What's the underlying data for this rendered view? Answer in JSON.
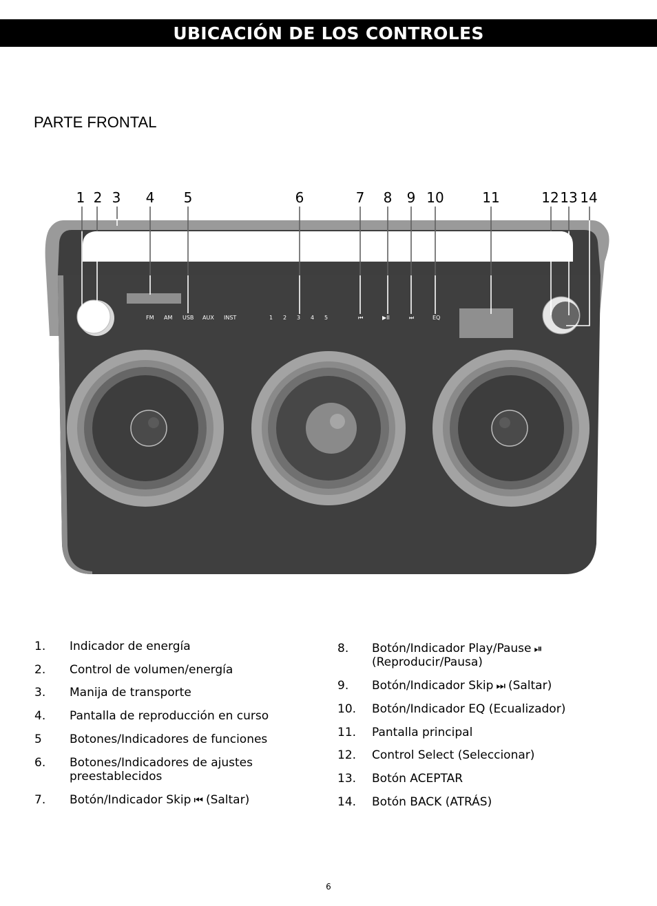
{
  "header": {
    "title": "UBICACIÓN DE LOS CONTROLES"
  },
  "section": {
    "title": "PARTE FRONTAL"
  },
  "callouts": [
    "1",
    "2",
    "3",
    "4",
    "5",
    "6",
    "7",
    "8",
    "9",
    "10",
    "11",
    "12",
    "13",
    "14"
  ],
  "device_labels": {
    "functions": [
      "FM",
      "AM",
      "USB",
      "AUX",
      "INST"
    ],
    "presets": [
      "1",
      "2",
      "3",
      "4",
      "5"
    ],
    "transport": {
      "skip_back": "⏮",
      "play_pause": "▶II",
      "skip_fwd": "⏭",
      "eq": "EQ"
    }
  },
  "legend_left": [
    {
      "num": "1.",
      "text": "Indicador de energía"
    },
    {
      "num": "2.",
      "text": "Control de volumen/energía"
    },
    {
      "num": "3.",
      "text": "Manija de transporte"
    },
    {
      "num": "4.",
      "text": "Pantalla de reproducción en curso"
    },
    {
      "num": "5",
      "text": "Botones/Indicadores de funciones"
    },
    {
      "num": "6.",
      "text": "Botones/Indicadores de ajustes",
      "text2": "preestablecidos"
    },
    {
      "num": "7.",
      "text": "Botón/Indicador Skip",
      "glyph": "⏮",
      "after": "(Saltar)"
    }
  ],
  "legend_right": [
    {
      "num": "8.",
      "text": "Botón/Indicador Play/Pause",
      "glyph": "⏯",
      "text2": "(Reproducir/Pausa)"
    },
    {
      "num": "9.",
      "text": "Botón/Indicador Skip",
      "glyph": "⏭",
      "after": "(Saltar)"
    },
    {
      "num": "10.",
      "text": "Botón/Indicador EQ (Ecualizador)"
    },
    {
      "num": "11.",
      "text": "Pantalla principal"
    },
    {
      "num": "12.",
      "text": "Control Select (Seleccionar)"
    },
    {
      "num": "13.",
      "text": "Botón ACEPTAR"
    },
    {
      "num": "14.",
      "text": "Botón BACK (ATRÁS)"
    }
  ],
  "footer": {
    "page_number": "6"
  }
}
